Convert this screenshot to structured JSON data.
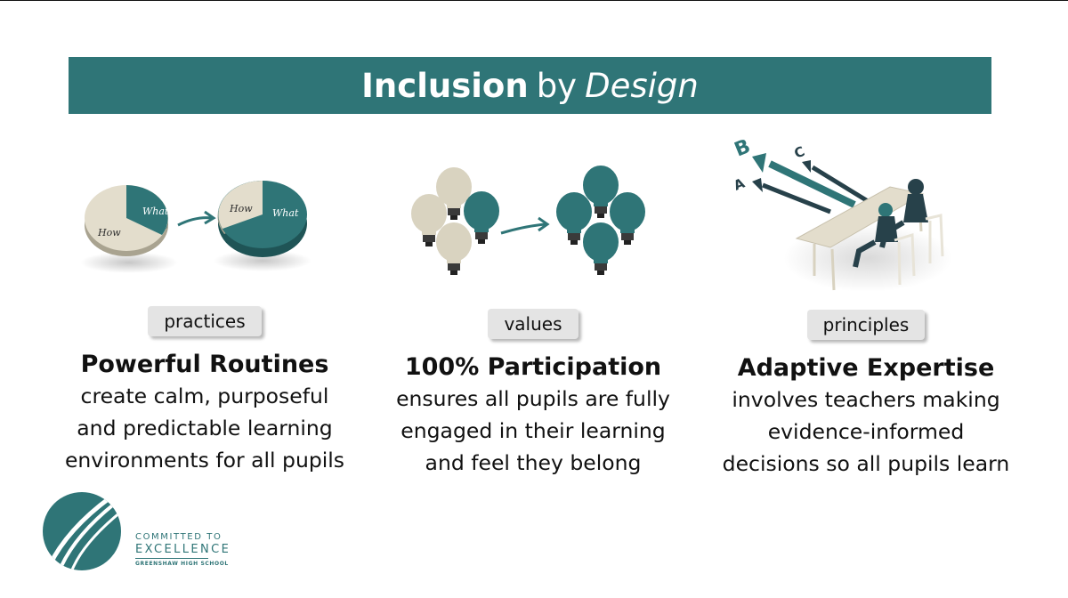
{
  "colors": {
    "accent": "#2f7577",
    "title_bar": "#2f7577",
    "pill": "#e4e4e4",
    "cream": "#e3ddcc"
  },
  "title": {
    "strong": "Inclusion",
    "middle": "by",
    "emphasis": "Design"
  },
  "pie_labels": {
    "how": "How",
    "what": "What"
  },
  "arrow_letters": {
    "a": "A",
    "b": "B",
    "c": "C"
  },
  "columns": [
    {
      "tag": "practices",
      "heading": "Powerful Routines",
      "lines": [
        "create calm, purposeful",
        "and predictable learning",
        "environments for all pupils"
      ]
    },
    {
      "tag": "values",
      "heading": "100% Participation",
      "lines": [
        "ensures all pupils are fully",
        "engaged in their learning",
        "and feel they belong"
      ]
    },
    {
      "tag": "principles",
      "heading": "Adaptive Expertise",
      "lines": [
        "involves teachers making",
        "evidence-informed",
        "decisions so all pupils learn"
      ]
    }
  ],
  "logo": {
    "line1": "COMMITTED TO",
    "line2": "EXCELLENCE",
    "line3": "GREENSHAW HIGH SCHOOL"
  }
}
